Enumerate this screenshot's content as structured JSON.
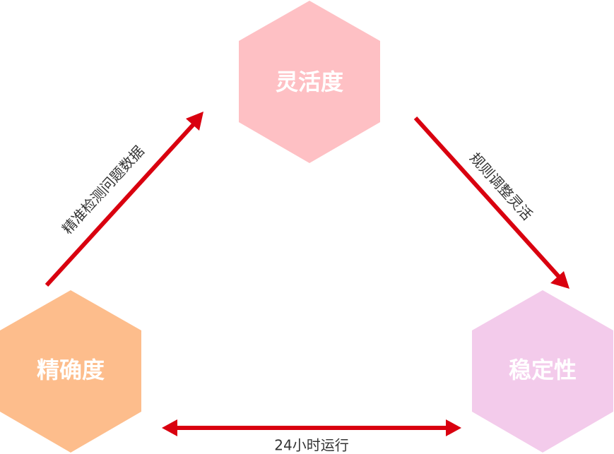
{
  "nodes": {
    "flexibility": {
      "label": "灵活度",
      "color": "#FEC0C4"
    },
    "accuracy": {
      "label": "精确度",
      "color": "#FDBD8C"
    },
    "stability": {
      "label": "稳定性",
      "color": "#F3CBEB"
    }
  },
  "edges": {
    "left": {
      "label": "精准检测问题数据"
    },
    "right": {
      "label": "规则调整灵活"
    },
    "bottom": {
      "label": "24小时运行"
    }
  },
  "colors": {
    "arrow": "#D9000F",
    "label_text": "#333333",
    "node_text": "#FFFFFF"
  },
  "icons": {
    "arrow_head": "triangle"
  }
}
